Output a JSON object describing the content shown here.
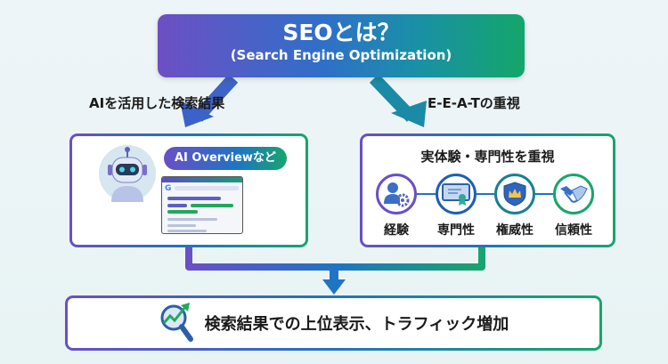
{
  "title": {
    "main": "SEOとは？",
    "sub": "(Search Engine Optimization)"
  },
  "branches": {
    "left_label": "AIを活用した検索結果",
    "right_label": "E-E-A-Tの重視"
  },
  "left_box": {
    "bubble": "AI Overviewなど"
  },
  "right_box": {
    "heading": "実体験・専門性を重視",
    "items": [
      {
        "label": "経験",
        "icon": "person-gear-icon"
      },
      {
        "label": "専門性",
        "icon": "certificate-icon"
      },
      {
        "label": "権威性",
        "icon": "shield-crown-icon"
      },
      {
        "label": "信頼性",
        "icon": "handshake-icon"
      }
    ]
  },
  "result": {
    "text": "検索結果での上位表示、トラフィック増加"
  },
  "colors": {
    "purple": "#6a4fc6",
    "blue": "#1f74c4",
    "teal": "#1a8fa8",
    "green": "#18a56c"
  }
}
